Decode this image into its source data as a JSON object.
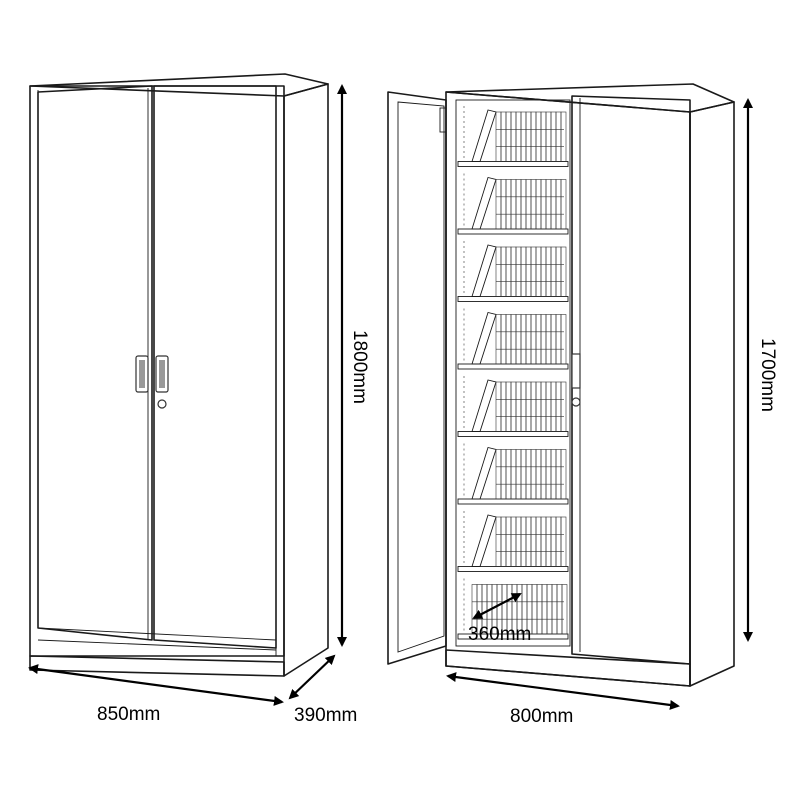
{
  "dimensions": {
    "width_closed": "850mm",
    "depth": "390mm",
    "height_closed": "1800mm",
    "height_inner": "1700mm",
    "width_inner": "800mm",
    "shelf_depth": "360mm"
  },
  "open_cabinet": {
    "shelf_count": 8
  },
  "colors": {
    "line": "#1a1a1a",
    "handle": "#888888",
    "background": "#ffffff"
  }
}
